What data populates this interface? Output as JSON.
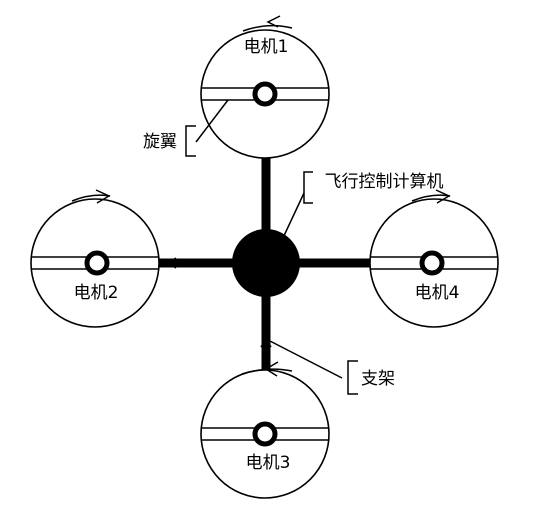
{
  "diagram": {
    "title": "",
    "labels": {
      "motor1": "电机1",
      "motor2": "电机2",
      "motor3": "电机3",
      "motor4": "电机4",
      "rotor": "旋翼",
      "flight_computer": "飞行控制计算机",
      "frame": "支架"
    },
    "colors": {
      "line": "#000000",
      "background": "#ffffff"
    }
  }
}
